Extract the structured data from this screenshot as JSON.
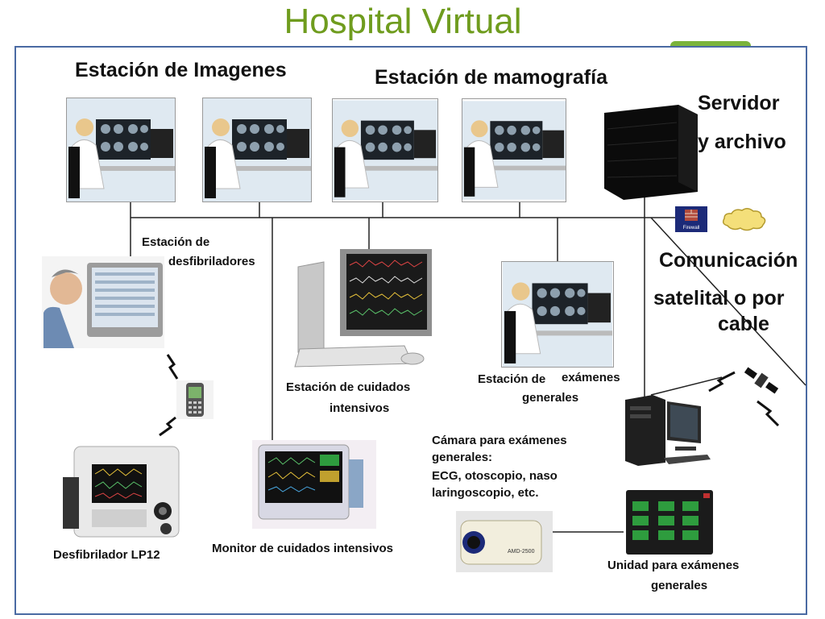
{
  "title": "Hospital Virtual",
  "labels": {
    "imaging_station": "Estación de  Imagenes",
    "mammography_station": "Estación de mamografía",
    "server_1": "Servidor",
    "server_2": "y archivo",
    "comm_1": "Comunicación",
    "comm_2": "satelital o por",
    "comm_3": "cable",
    "defib_station_1": "Estación de",
    "defib_station_2": "desfibriladores",
    "icu_station_1": "Estación de  cuidados",
    "icu_station_2": "intensivos",
    "exams_station_1": "Estación de",
    "exams_station_1b": "exámenes",
    "exams_station_2": "generales",
    "camera_1": "Cámara para exámenes",
    "camera_2": "generales:",
    "camera_3": "ECG, otoscopio, naso",
    "camera_4": "laringoscopio, etc.",
    "defibrillator": "Desfibrilador LP12",
    "icu_monitor": "Monitor de cuidados intensivos",
    "exam_unit_1": "Unidad para exámenes",
    "exam_unit_2": "generales",
    "firewall": "Firewall",
    "camera_brand": "AMD-2500"
  },
  "colors": {
    "title": "#6f9c1e",
    "frame": "#4a6aa3",
    "tab": "#7ab33a"
  }
}
